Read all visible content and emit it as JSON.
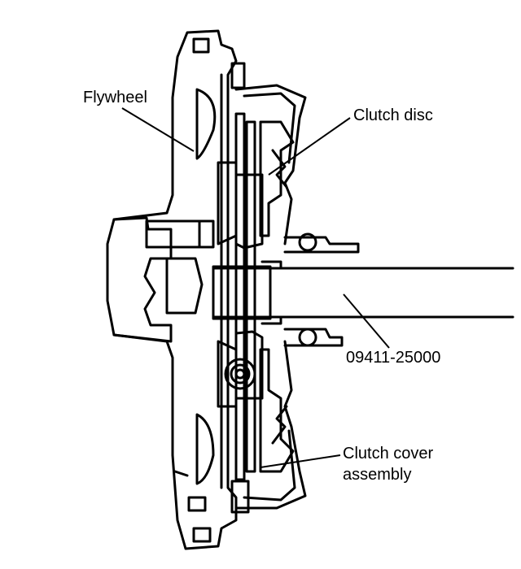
{
  "labels": {
    "flywheel": "Flywheel",
    "clutch_disc": "Clutch disc",
    "tool": "09411-25000",
    "cover_line1": "Clutch cover",
    "cover_line2": "assembly"
  },
  "colors": {
    "ink": "#000000",
    "paper": "#ffffff"
  }
}
